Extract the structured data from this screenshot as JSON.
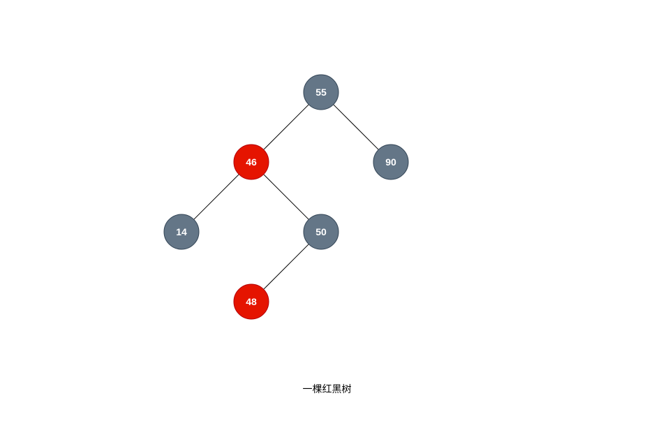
{
  "colors": {
    "black_node_fill": "#647687",
    "black_node_stroke": "#314354",
    "red_node_fill": "#e51400",
    "red_node_stroke": "#b20000",
    "edge": "#000000"
  },
  "tree": {
    "nodes": [
      {
        "id": "n55",
        "label": "55",
        "color": "black"
      },
      {
        "id": "n46",
        "label": "46",
        "color": "red"
      },
      {
        "id": "n90",
        "label": "90",
        "color": "black"
      },
      {
        "id": "n14",
        "label": "14",
        "color": "black"
      },
      {
        "id": "n50",
        "label": "50",
        "color": "black"
      },
      {
        "id": "n48",
        "label": "48",
        "color": "red"
      }
    ],
    "edges": [
      {
        "from": "n55",
        "to": "n46"
      },
      {
        "from": "n55",
        "to": "n90"
      },
      {
        "from": "n46",
        "to": "n14"
      },
      {
        "from": "n46",
        "to": "n50"
      },
      {
        "from": "n50",
        "to": "n48"
      }
    ]
  },
  "caption": "一棵红黑树"
}
